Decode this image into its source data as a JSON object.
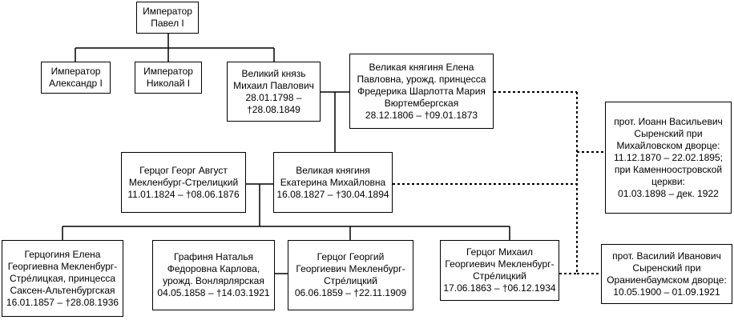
{
  "nodes": {
    "pavel": {
      "lines": [
        "Император",
        "Павел I"
      ]
    },
    "alexander": {
      "lines": [
        "Император",
        "Александр I"
      ]
    },
    "nikolai": {
      "lines": [
        "Император",
        "Николай I"
      ]
    },
    "mikhail_pavlovich": {
      "lines": [
        "Великий князь",
        "Михаил Павлович",
        "28.01.1798 –",
        "†28.08.1849"
      ]
    },
    "elena_pavlovna": {
      "lines": [
        "Великая княгиня Елена",
        "Павловна, урожд. принцесса",
        "Фредерика Шарлотта Мария",
        "Вюртембергская",
        "28.12.1806 – †09.01.1873"
      ]
    },
    "georg_august": {
      "lines": [
        "Герцог Георг Август",
        "Мекленбург-Стрелицкий",
        "11.01.1824 – †08.06.1876"
      ]
    },
    "ekaterina": {
      "lines": [
        "Великая княгиня",
        "Екатерина Михайловна",
        "16.08.1827 – †30.04.1894"
      ]
    },
    "ioann": {
      "lines": [
        "прот. Иоанн Васильевич",
        "Сыренский при",
        "Михайловском дворце:",
        "11.12.1870 – 22.02.1895;",
        "при Каменноостровской",
        "церкви:",
        "01.03.1898 – дек. 1922"
      ]
    },
    "elena_g": {
      "lines": [
        "Герцогиня Елена",
        "Георгиевна Мекленбург-",
        "Стре́лицкая, принцесса",
        "Саксен-Альтенбургская",
        "16.01.1857 – †28.08.1936"
      ]
    },
    "natalia": {
      "lines": [
        "Графиня Наталья",
        "Федоровна Карлова,",
        "урожд. Вонлярлярская",
        "04.05.1858 – †14.03.1921"
      ]
    },
    "georgy": {
      "lines": [
        "Герцог Георгий",
        "Георгиевич Мекленбург-",
        "Стре́лицкий",
        "06.06.1859 – †22.11.1909"
      ]
    },
    "mikhail_g": {
      "lines": [
        "Герцог Михаил",
        "Георгиевич Мекленбург-",
        "Стре́лицкий",
        "17.06.1863 – †06.12.1934"
      ]
    },
    "vasily": {
      "lines": [
        "прот. Василий Иванович",
        "Сыренский при",
        "Ораниенбаумском дворце:",
        "10.05.1900 – 01.09.1921"
      ]
    }
  }
}
